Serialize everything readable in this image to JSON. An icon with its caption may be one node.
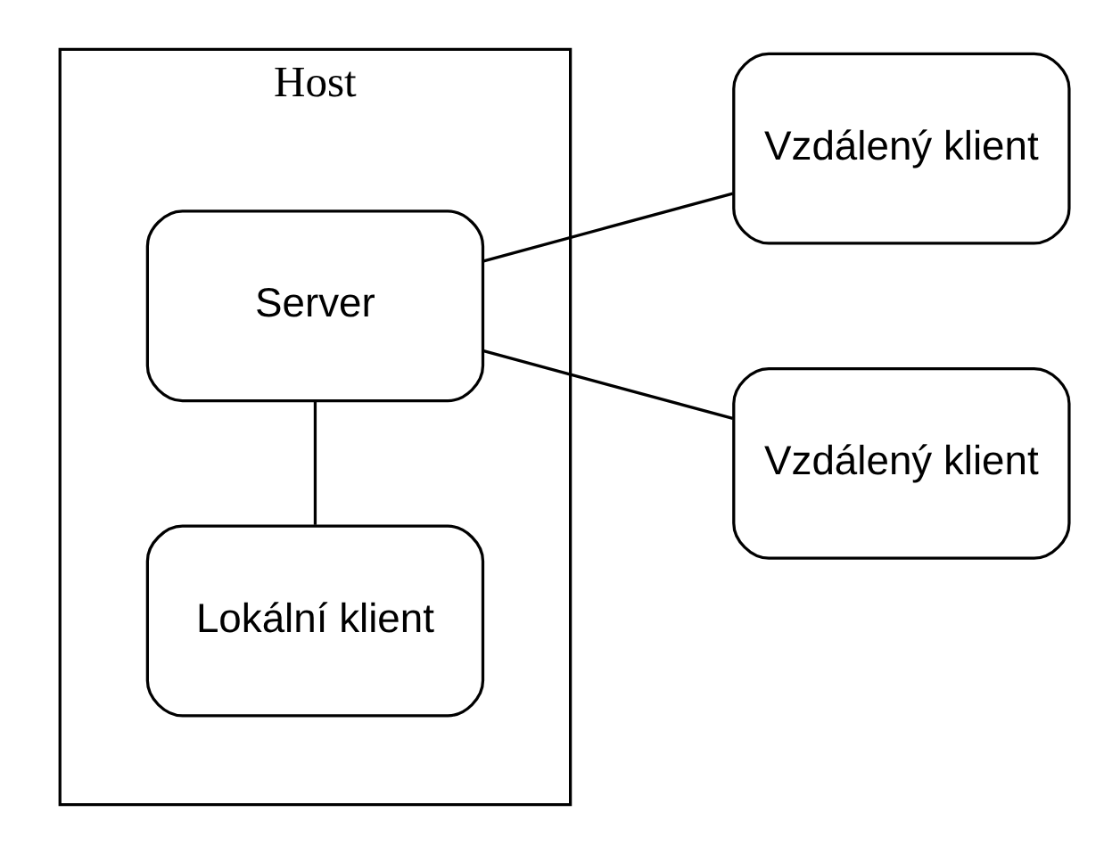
{
  "diagram": {
    "nodes": [
      {
        "text": [
          "Host"
        ]
      },
      {
        "text": [
          "Lokální klient"
        ],
        "in": 0
      },
      {
        "text": [
          "Server"
        ],
        "in": 0
      },
      {
        "text": [
          "Vzdálený klient"
        ]
      },
      {
        "text": [
          "Vzdálený klient"
        ]
      }
    ],
    "edges": [
      {
        "from": 1,
        "to": 2,
        "arrow": "none"
      },
      {
        "from": 2,
        "to": 3,
        "arrow": "none"
      },
      {
        "from": 2,
        "to": 4,
        "arrow": "none"
      }
    ]
  }
}
